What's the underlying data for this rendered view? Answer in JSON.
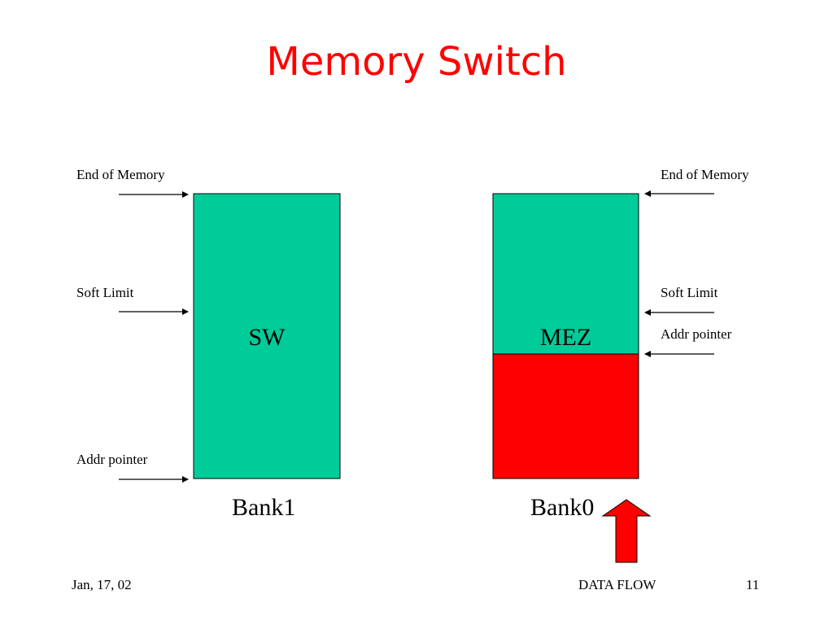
{
  "title": "Memory Switch",
  "colors": {
    "title": "#ff0000",
    "free_memory": "#00cc99",
    "used_memory": "#ff0000",
    "data_flow_arrow": "#ff0000"
  },
  "left_bank": {
    "labels": {
      "end_of_memory": "End of Memory",
      "soft_limit": "Soft Limit",
      "addr_pointer": "Addr pointer"
    },
    "block_label": "SW",
    "bank_name": "Bank1"
  },
  "right_bank": {
    "labels": {
      "end_of_memory": "End of Memory",
      "soft_limit": "Soft Limit",
      "addr_pointer": "Addr pointer"
    },
    "block_label": "MEZ",
    "bank_name": "Bank0"
  },
  "footer": {
    "date": "Jan, 17, 02",
    "section": "DATA FLOW",
    "page_number": "11"
  }
}
